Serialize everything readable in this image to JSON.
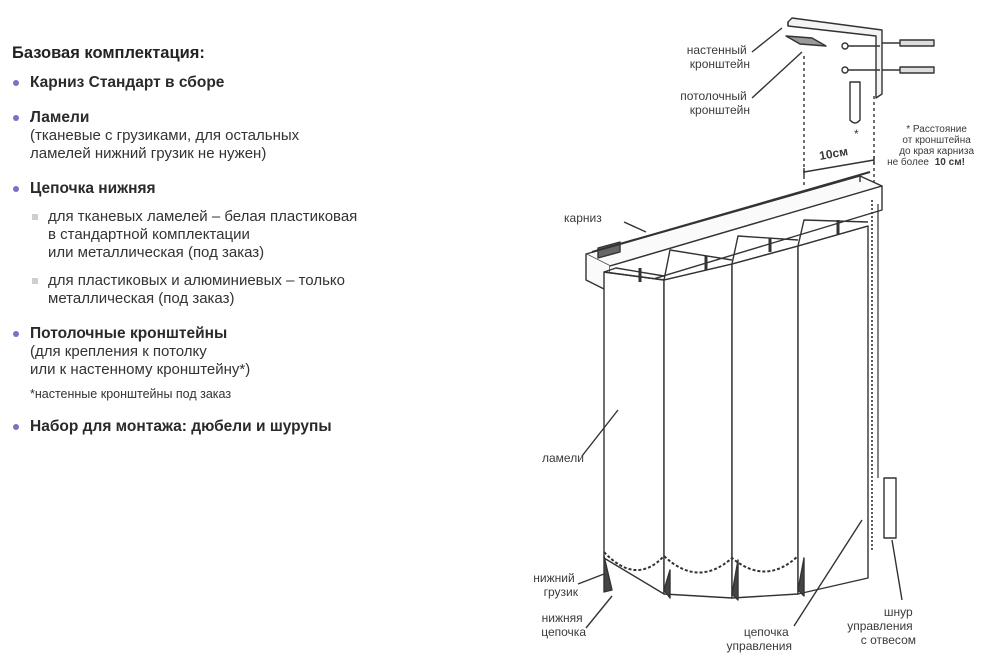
{
  "heading": "Базовая комплектация:",
  "items": [
    {
      "title": "Карниз Стандарт в сборе"
    },
    {
      "title": "Ламели",
      "desc_lines": [
        "(тканевые с грузиками, для остальных",
        "ламелей нижний грузик не нужен)"
      ]
    },
    {
      "title": "Цепочка нижняя",
      "subs": [
        {
          "lines": [
            "для тканевых ламелей – белая пластиковая",
            "в стандартной комплектации",
            "или металлическая (под заказ)"
          ]
        },
        {
          "lines": [
            "для пластиковых и алюминиевых – только",
            "металлическая (под заказ)"
          ]
        }
      ]
    },
    {
      "title": "Потолочные кронштейны",
      "desc_lines": [
        "(для крепления к потолку",
        "или к настенному кронштейну*)"
      ],
      "note": "*настенные кронштейны под заказ"
    },
    {
      "title": "Набор для монтажа: дюбели и шурупы"
    }
  ],
  "diagram": {
    "labels": {
      "wall_bracket": [
        "настенный",
        "кронштейн"
      ],
      "ceiling_bracket": [
        "потолочный",
        "кронштейн"
      ],
      "cornice": "карниз",
      "slats": "ламели",
      "bottom_weight": [
        "нижний",
        "грузик"
      ],
      "bottom_chain": [
        "нижняя",
        "цепочка"
      ],
      "control_chain": [
        "цепочка",
        "управления"
      ],
      "control_cord": [
        "шнур",
        "управления",
        "с отвесом"
      ],
      "dimension": "10см",
      "asterisk": "*",
      "distance_note": [
        "* Расстояние",
        "от кронштейна",
        "до края карниза",
        "не более"
      ],
      "distance_note_bold": "10 см!"
    },
    "accent_color": "#7b6fc6"
  }
}
